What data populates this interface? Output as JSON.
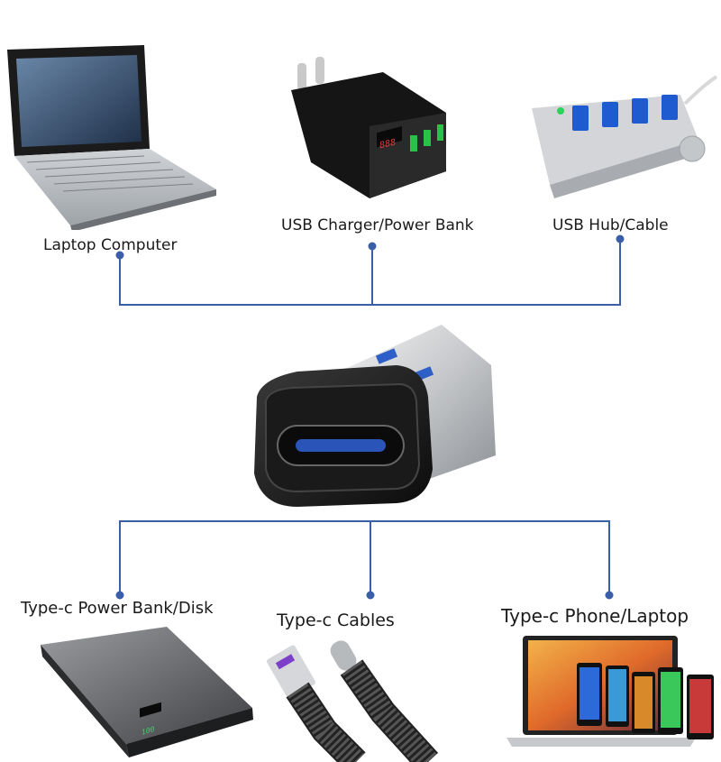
{
  "top_devices": [
    {
      "label": "Laptop Computer"
    },
    {
      "label": "USB Charger/Power Bank"
    },
    {
      "label": "USB Hub/Cable"
    }
  ],
  "bottom_devices": [
    {
      "label": "Type-c Power Bank/Disk"
    },
    {
      "label": "Type-c Cables"
    },
    {
      "label": "Type-c Phone/Laptop"
    }
  ],
  "power_bank_display": "100",
  "colors": {
    "line": "#3a5ea8",
    "text": "#1a1a1a"
  }
}
